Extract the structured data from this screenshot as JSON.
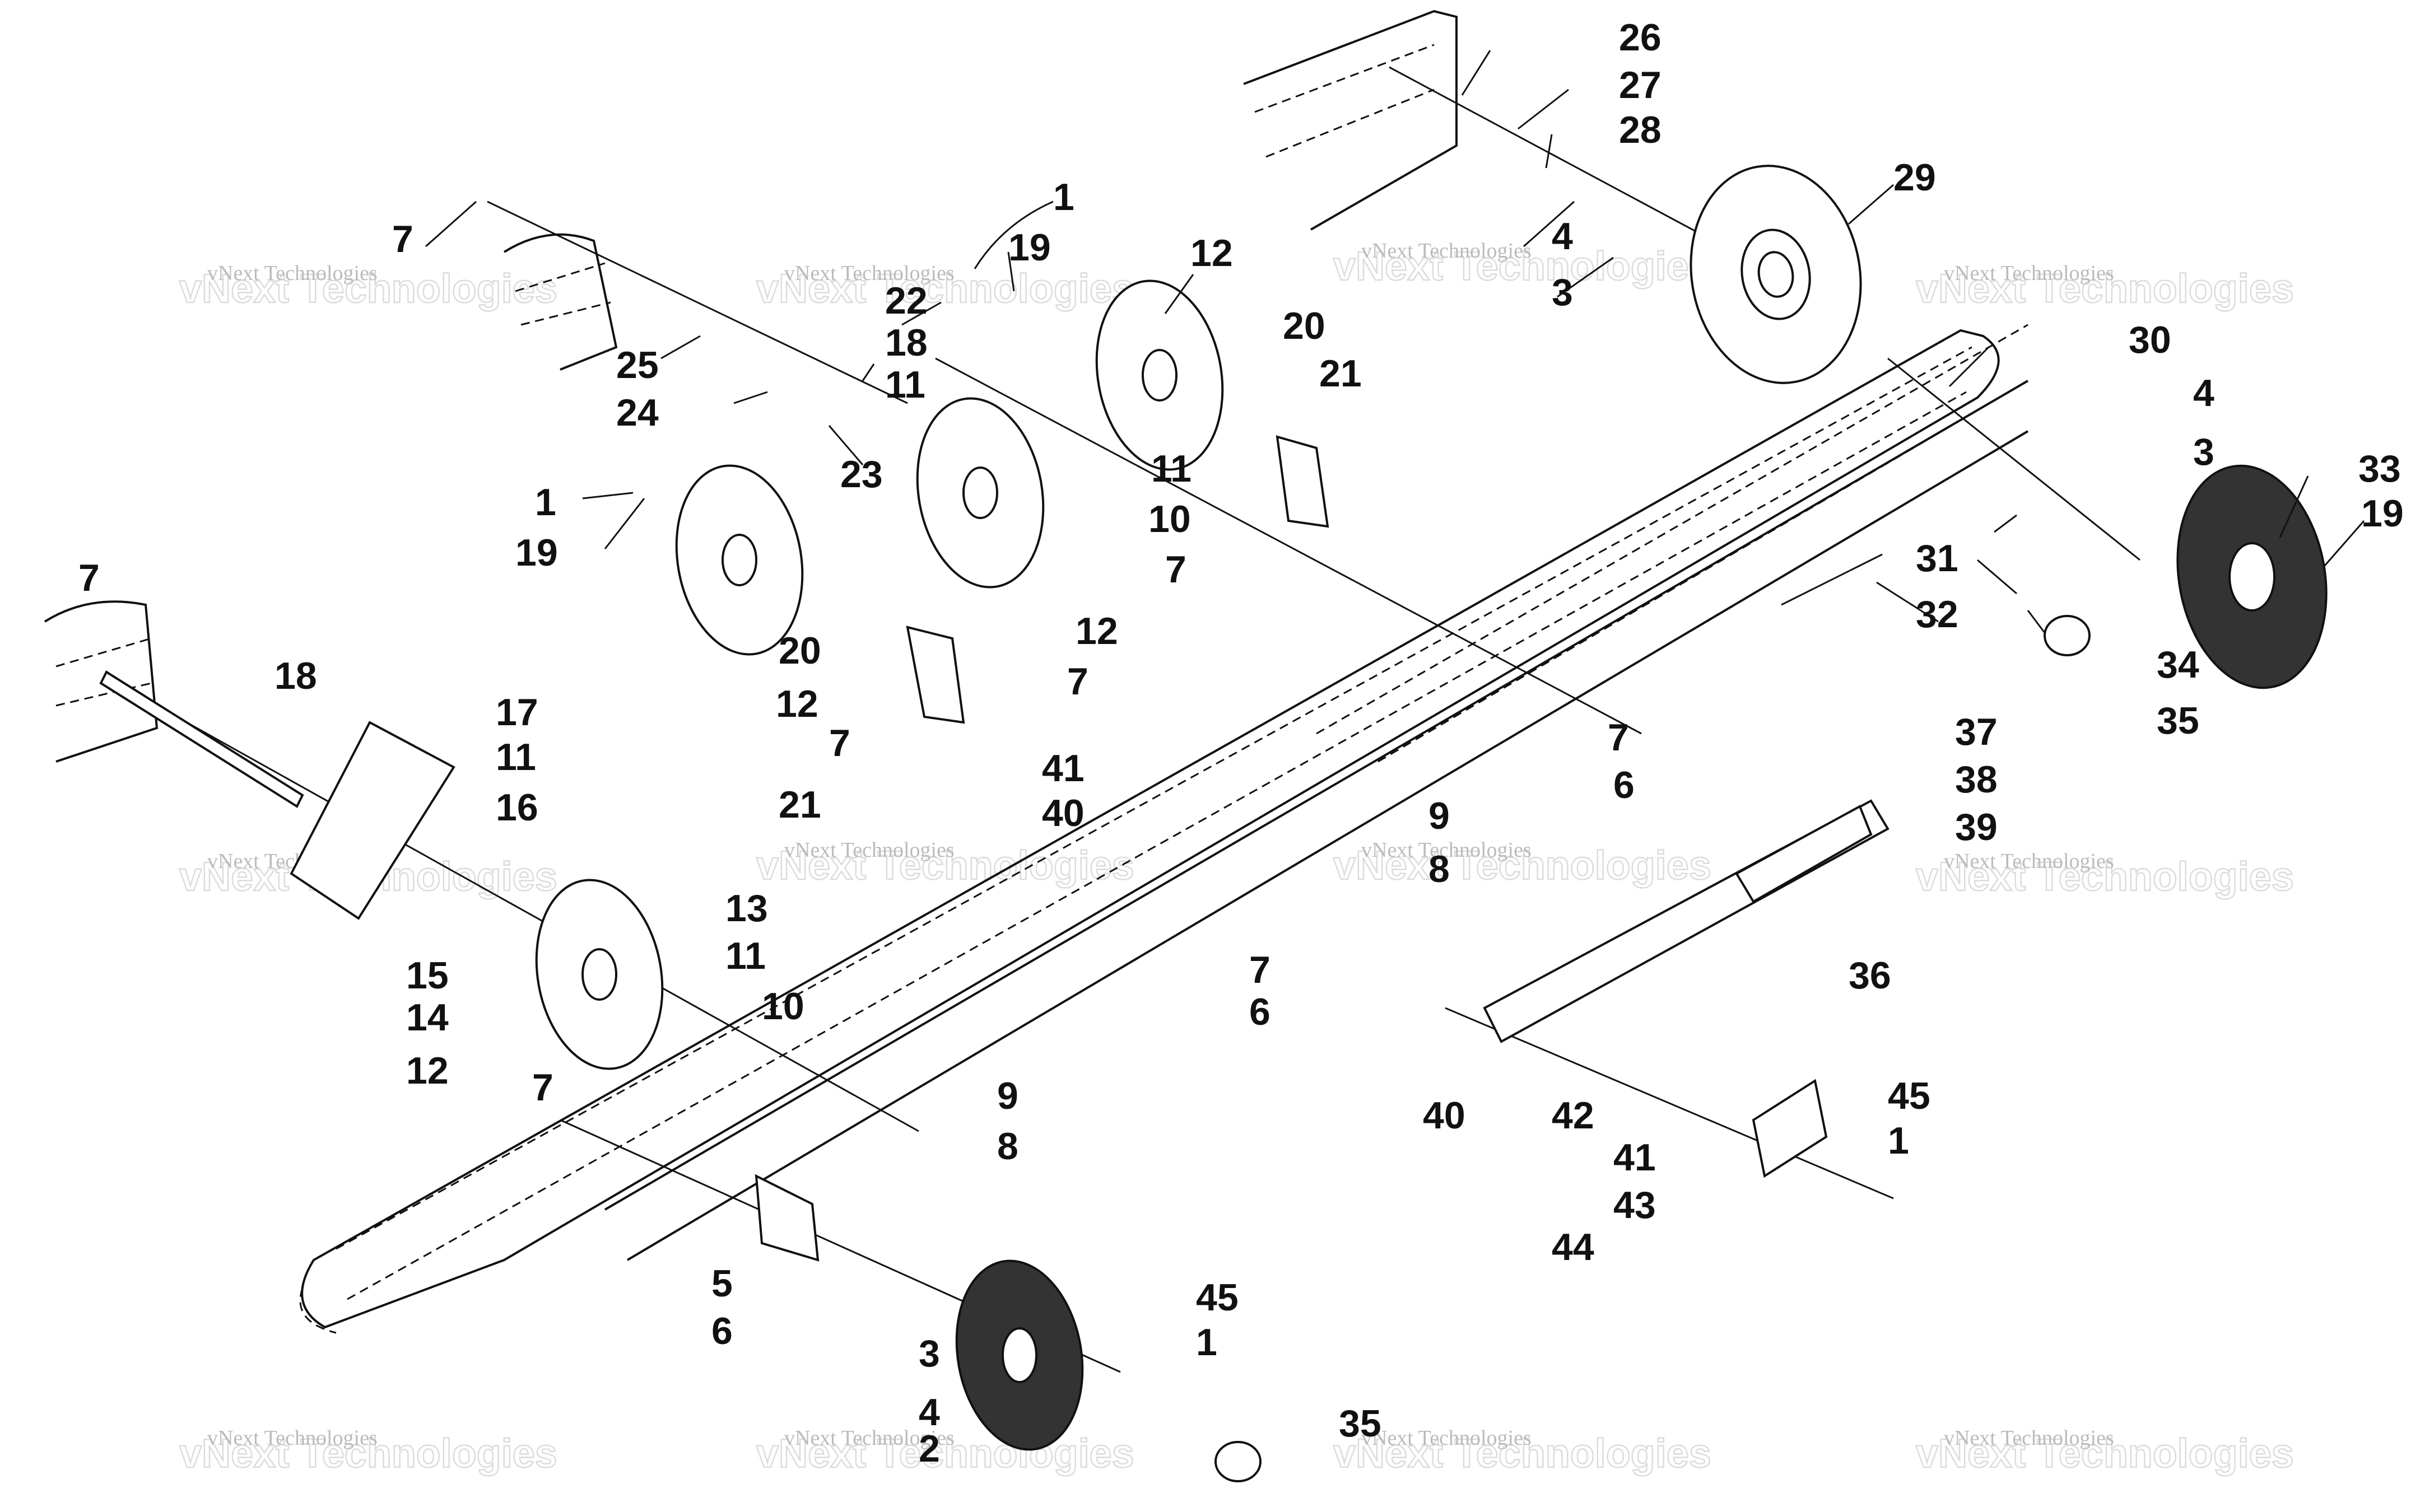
{
  "watermark": {
    "small": "vNext Technologies",
    "big": "vNext Technologies"
  },
  "callouts": [
    "1",
    "2",
    "3",
    "4",
    "5",
    "6",
    "7",
    "8",
    "9",
    "10",
    "11",
    "12",
    "13",
    "14",
    "15",
    "16",
    "17",
    "18",
    "19",
    "20",
    "21",
    "22",
    "23",
    "24",
    "25",
    "26",
    "27",
    "28",
    "29",
    "30",
    "31",
    "32",
    "33",
    "34",
    "35",
    "36",
    "37",
    "38",
    "39",
    "40",
    "41",
    "42",
    "43",
    "44",
    "45"
  ]
}
